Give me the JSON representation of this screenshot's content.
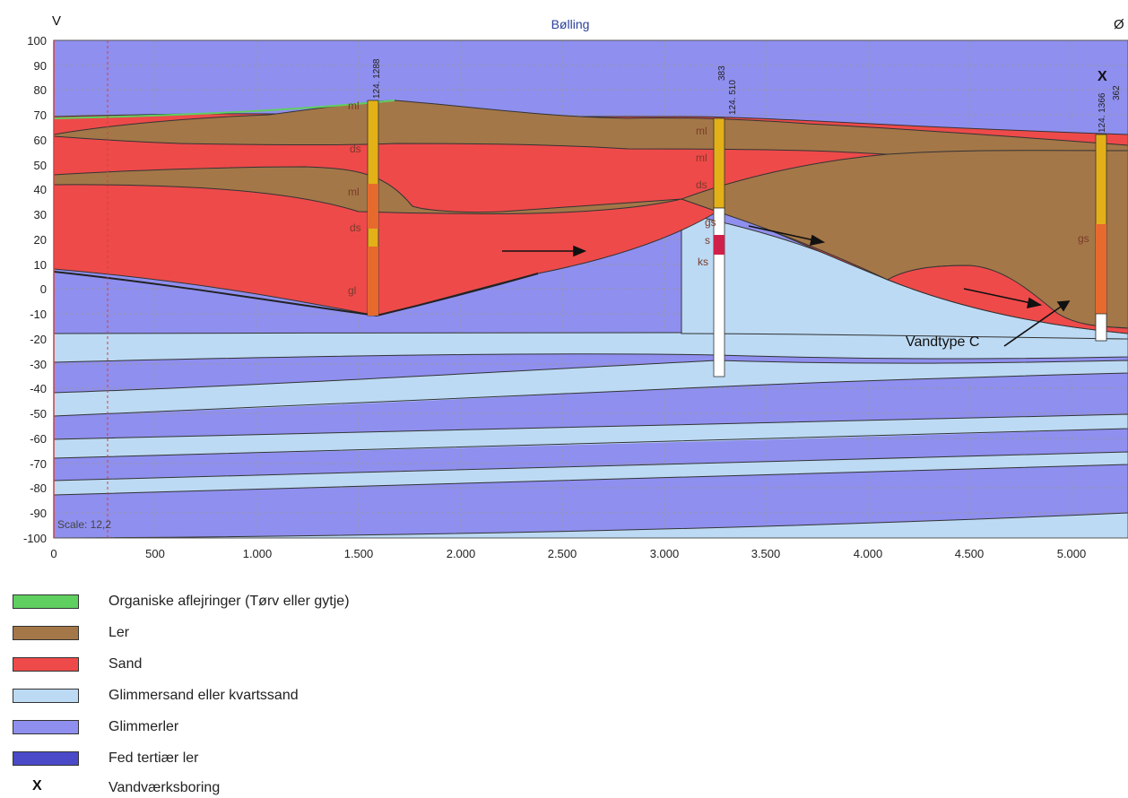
{
  "header": {
    "west_label": "V",
    "east_label": "Ø",
    "title": "Bølling"
  },
  "axes": {
    "y_ticks": [
      "100",
      "90",
      "80",
      "70",
      "60",
      "50",
      "40",
      "30",
      "20",
      "10",
      "0",
      "-10",
      "-20",
      "-30",
      "-40",
      "-50",
      "-60",
      "-70",
      "-80",
      "-90",
      "-100"
    ],
    "x_ticks": [
      "0",
      "500",
      "1.000",
      "1.500",
      "2.000",
      "2.500",
      "3.000",
      "3.500",
      "4.000",
      "4.500",
      "5.000"
    ],
    "scale_label": "Scale: 12,2"
  },
  "annotations": {
    "water_type": "Vandtype C",
    "well_marker": "X"
  },
  "boreholes": {
    "b1": {
      "id": "124. 1288"
    },
    "b2": {
      "id": "124. 510",
      "id2": "383"
    },
    "b3": {
      "id": "124. 1366",
      "id2": "362"
    }
  },
  "lithology_codes": [
    "ml",
    "ds",
    "ml",
    "ds",
    "ml",
    "ml",
    "ds",
    "gs",
    "s",
    "ks",
    "gl",
    "gs"
  ],
  "colors": {
    "organic": "#5fcf5f",
    "clay": "#a47748",
    "sand": "#ee4a4a",
    "mica_sand": "#bcdaf4",
    "mica_clay": "#8f8fef",
    "fat_clay": "#4a4ac8"
  },
  "legend": {
    "items": [
      {
        "label": "Organiske aflejringer (Tørv eller gytje)",
        "color": "#5fcf5f",
        "icon": "swatch"
      },
      {
        "label": "Ler",
        "color": "#a47748",
        "icon": "swatch"
      },
      {
        "label": "Sand",
        "color": "#ee4a4a",
        "icon": "swatch"
      },
      {
        "label": "Glimmersand eller kvartssand",
        "color": "#bcdaf4",
        "icon": "swatch"
      },
      {
        "label": "Glimmerler",
        "color": "#8f8fef",
        "icon": "swatch"
      },
      {
        "label": "Fed tertiær ler",
        "color": "#4a4ac8",
        "icon": "swatch"
      },
      {
        "label": "Vandværksboring",
        "color": "#111111",
        "icon": "x-mark"
      }
    ]
  }
}
